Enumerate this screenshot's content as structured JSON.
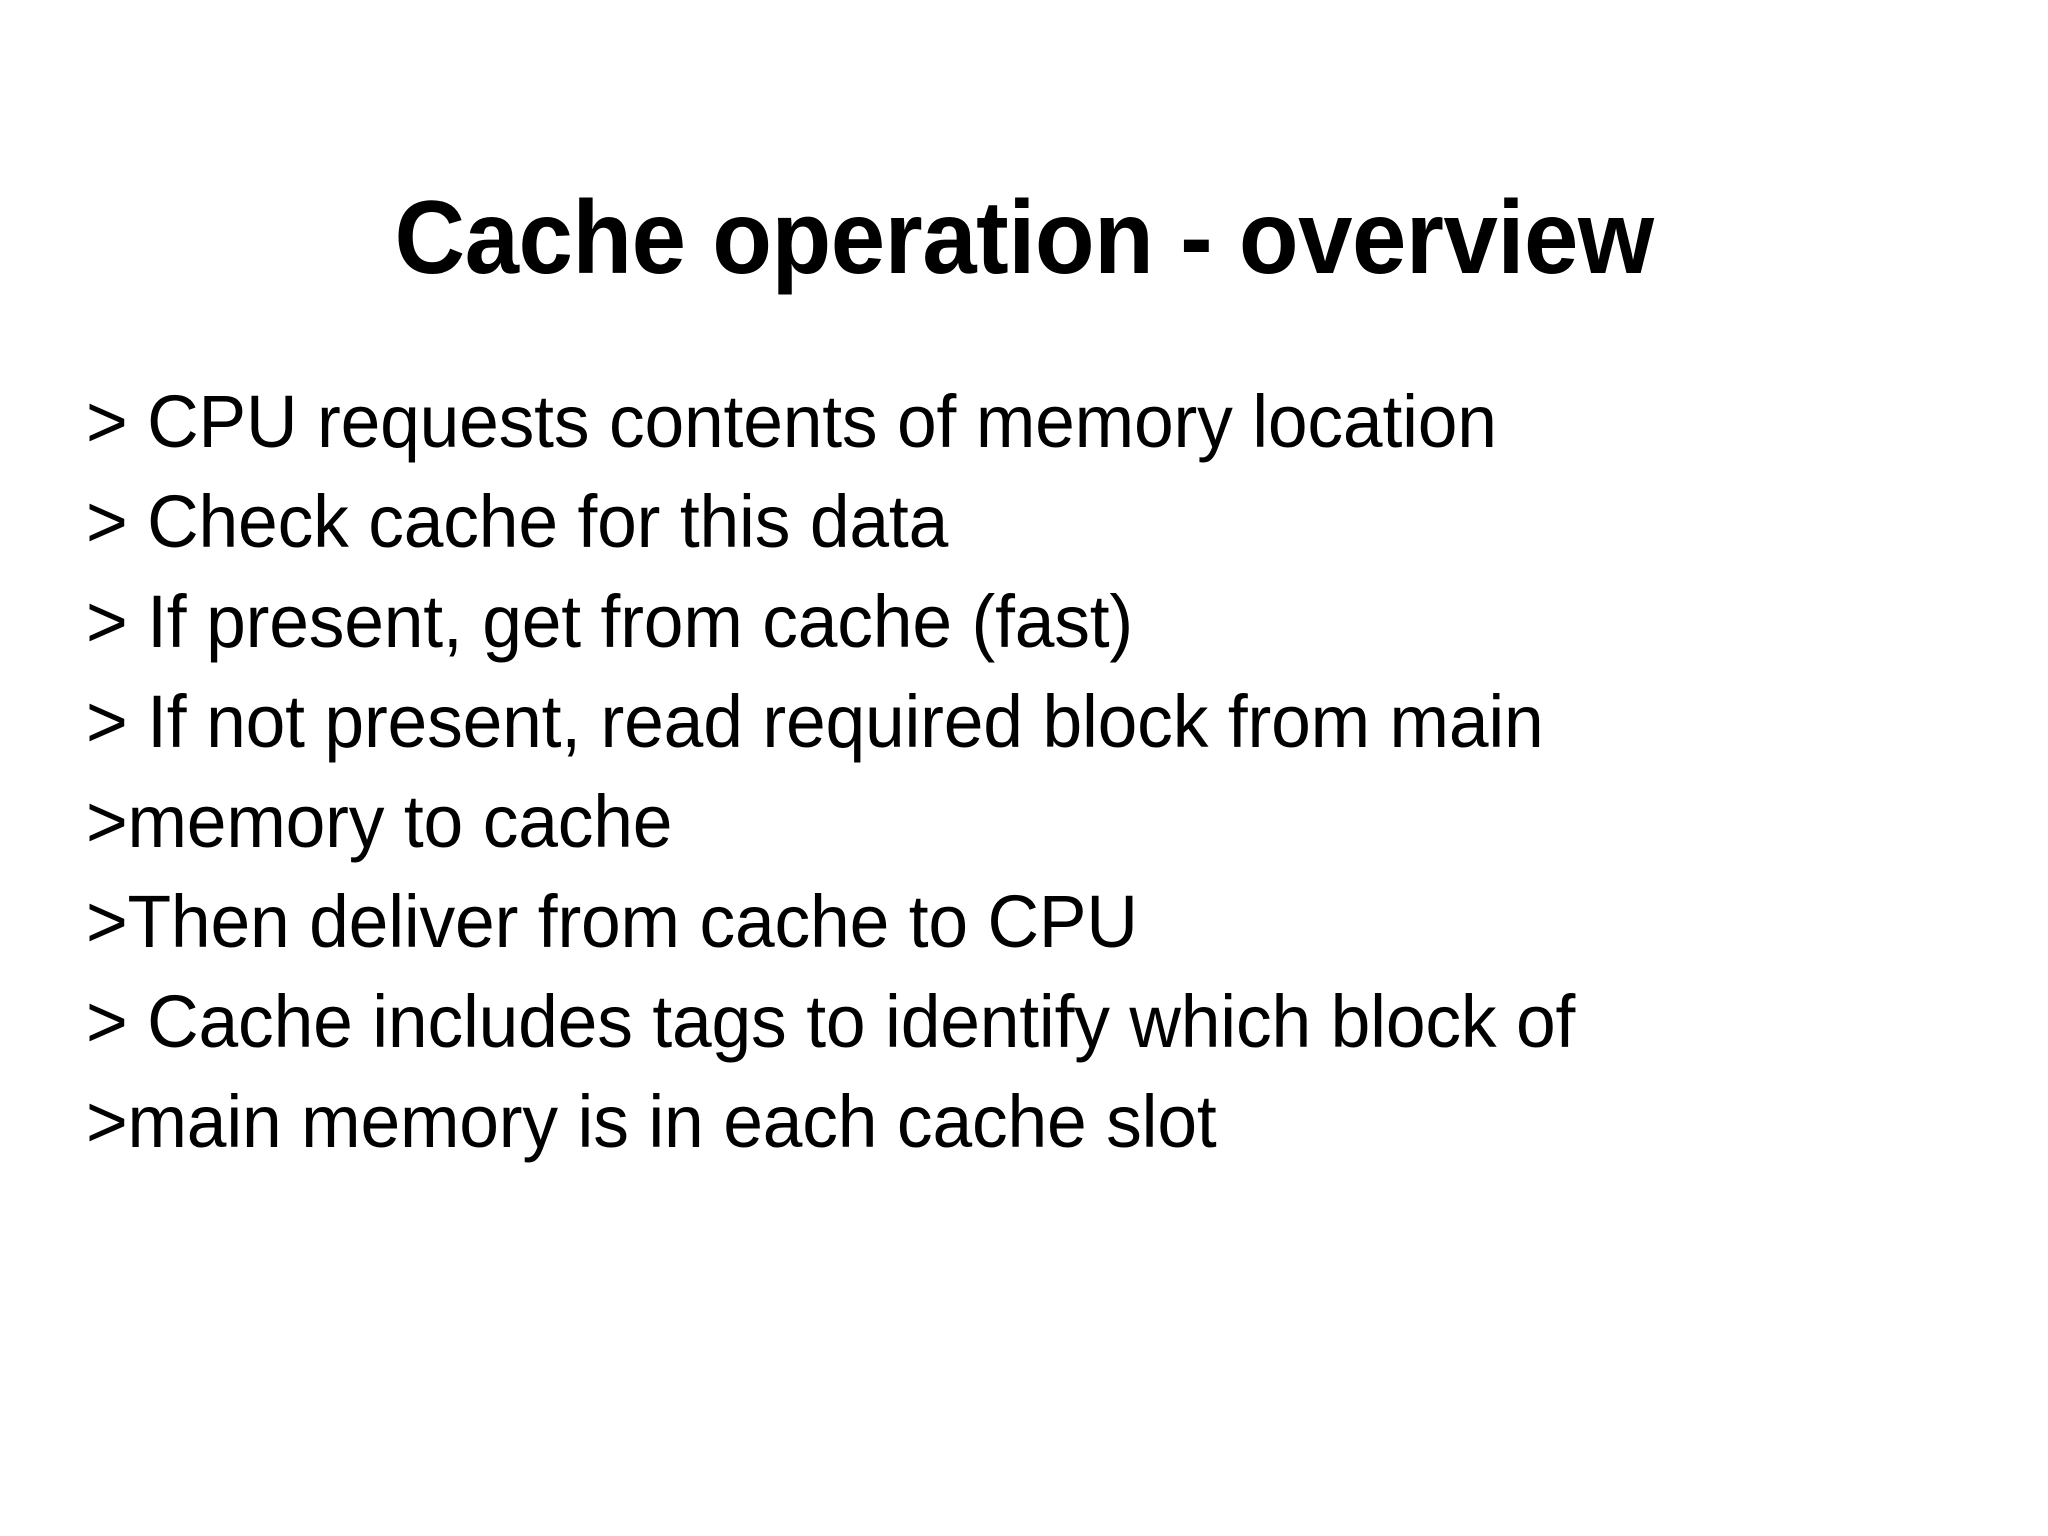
{
  "slide": {
    "background_color": "#ffffff",
    "text_color": "#000000",
    "title": "Cache operation - overview",
    "bullets": [
      {
        "text": "> CPU requests contents of memory location"
      },
      {
        "text": "> Check cache for this data"
      },
      {
        "text": "> If present, get from cache (fast)"
      },
      {
        "text": "> If not present, read required block from main"
      },
      {
        "text": ">memory to cache"
      },
      {
        "text": ">Then deliver from cache to CPU"
      },
      {
        "text": "> Cache includes tags to identify which block of"
      },
      {
        "text": ">main memory is in each cache slot"
      }
    ]
  }
}
